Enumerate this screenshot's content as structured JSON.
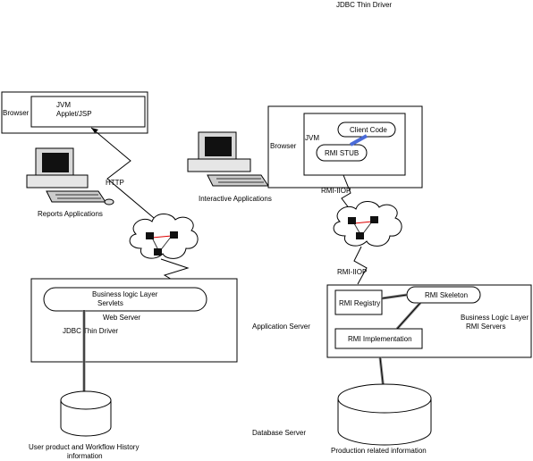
{
  "labels": {
    "top_title": "JDBC Thin Driver",
    "browser_left": "Browser",
    "jvm_left": "JVM",
    "applet_jsp": "Applet/JSP",
    "http": "HTTP",
    "reports_apps": "Reports Applications",
    "interactive_apps": "Interactive Applications",
    "browser_right": "Browser",
    "jvm_right": "JVM",
    "client_code": "Client Code",
    "rmi_stub": "RMI STUB",
    "rmi_iiop_1": "RMI-IIOP",
    "rmi_iiop_2": "RMI-IIOP",
    "bll_servlets_1": "Business logic Layer",
    "bll_servlets_2": "Servlets",
    "web_server": "Web Server",
    "jdbc_left": "JDBC Thin Driver",
    "app_server": "Application Server",
    "rmi_registry": "RMI Registry",
    "rmi_skeleton": "RMI Skeleton",
    "rmi_implementation": "RMI Implementation",
    "bll_right_1": "Business Logic Layer",
    "bll_right_2": "RMI Servers",
    "db_server": "Database  Server",
    "db_left_1": "User product and Workflow History",
    "db_left_2": "information",
    "db_right": "Production related  information"
  }
}
